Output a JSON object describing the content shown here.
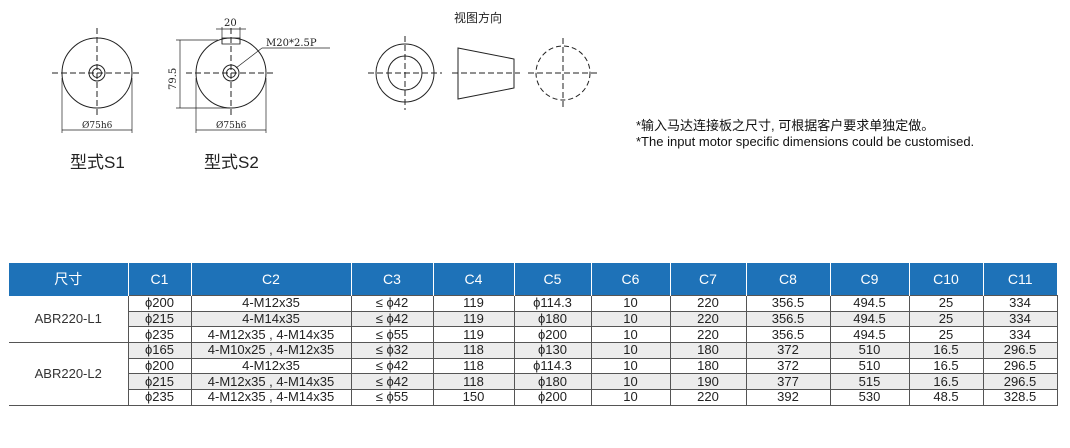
{
  "view_direction_label": "视图方向",
  "type_labels": [
    "型式S1",
    "型式S2"
  ],
  "dimensions": {
    "s1_diameter": "Ø75h6",
    "s2_diameter": "Ø75h6",
    "s2_width": "20",
    "s2_height": "79.5",
    "s2_thread": "M20*2.5P"
  },
  "notes": [
    "*输入马达连接板之尺寸, 可根据客户要求单独定做。",
    "*The input motor specific dimensions could be customised."
  ],
  "table": {
    "headers": [
      "尺寸",
      "C1",
      "C2",
      "C3",
      "C4",
      "C5",
      "C6",
      "C7",
      "C8",
      "C9",
      "C10",
      "C11"
    ],
    "groups": [
      {
        "model": "ABR220-L1",
        "rows": [
          [
            "ϕ200",
            "4-M12x35",
            "≤ ϕ42",
            "119",
            "ϕ114.3",
            "10",
            "220",
            "356.5",
            "494.5",
            "25",
            "334"
          ],
          [
            "ϕ215",
            "4-M14x35",
            "≤ ϕ42",
            "119",
            "ϕ180",
            "10",
            "220",
            "356.5",
            "494.5",
            "25",
            "334"
          ],
          [
            "ϕ235",
            "4-M12x35 , 4-M14x35",
            "≤ ϕ55",
            "119",
            "ϕ200",
            "10",
            "220",
            "356.5",
            "494.5",
            "25",
            "334"
          ]
        ]
      },
      {
        "model": "ABR220-L2",
        "rows": [
          [
            "ϕ165",
            "4-M10x25 , 4-M12x35",
            "≤ ϕ32",
            "118",
            "ϕ130",
            "10",
            "180",
            "372",
            "510",
            "16.5",
            "296.5"
          ],
          [
            "ϕ200",
            "4-M12x35",
            "≤ ϕ42",
            "118",
            "ϕ114.3",
            "10",
            "180",
            "372",
            "510",
            "16.5",
            "296.5"
          ],
          [
            "ϕ215",
            "4-M12x35 , 4-M14x35",
            "≤ ϕ42",
            "118",
            "ϕ180",
            "10",
            "190",
            "377",
            "515",
            "16.5",
            "296.5"
          ],
          [
            "ϕ235",
            "4-M12x35 , 4-M14x35",
            "≤ ϕ55",
            "150",
            "ϕ200",
            "10",
            "220",
            "392",
            "530",
            "48.5",
            "328.5"
          ]
        ]
      }
    ]
  }
}
